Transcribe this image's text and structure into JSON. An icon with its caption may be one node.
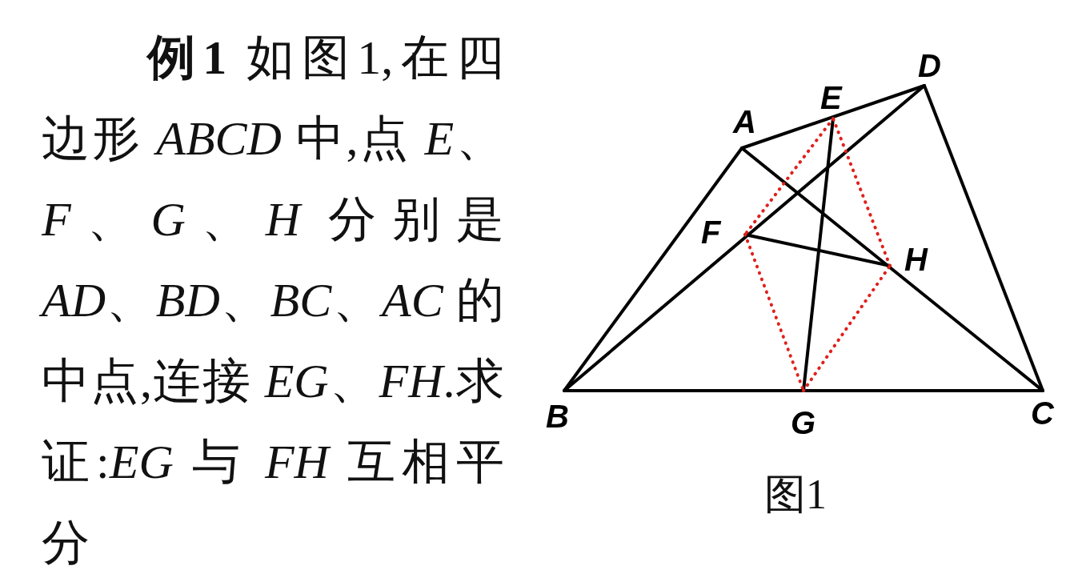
{
  "diagram": {
    "caption": "图1",
    "nodes": [
      {
        "text": [
          "A"
        ]
      },
      {
        "text": [
          "B"
        ]
      },
      {
        "text": [
          "C"
        ]
      },
      {
        "text": [
          "D"
        ]
      },
      {
        "text": [
          "E"
        ]
      },
      {
        "text": [
          "F"
        ]
      },
      {
        "text": [
          "G"
        ]
      },
      {
        "text": [
          "H"
        ]
      }
    ],
    "edges": [
      {
        "from": 0,
        "to": 1,
        "arrow": "none"
      },
      {
        "from": 1,
        "to": 2,
        "arrow": "none"
      },
      {
        "from": 2,
        "to": 3,
        "arrow": "none"
      },
      {
        "from": 3,
        "to": 0,
        "arrow": "none"
      },
      {
        "from": 0,
        "to": 2,
        "arrow": "none"
      },
      {
        "from": 1,
        "to": 3,
        "arrow": "none"
      },
      {
        "from": 4,
        "to": 6,
        "arrow": "none"
      },
      {
        "from": 5,
        "to": 7,
        "arrow": "none"
      },
      {
        "from": 4,
        "to": 5,
        "arrow": "none",
        "style": "dashed",
        "color": "#e0201c"
      },
      {
        "from": 5,
        "to": 6,
        "arrow": "none",
        "style": "dashed",
        "color": "#e0201c"
      },
      {
        "from": 6,
        "to": 7,
        "arrow": "none",
        "style": "dashed",
        "color": "#e0201c"
      },
      {
        "from": 7,
        "to": 4,
        "arrow": "none",
        "style": "dashed",
        "color": "#e0201c"
      }
    ],
    "labels": [
      "**例1** 如图1,在四边形 *ABCD* 中,点 *E*、*F*、*G*、*H* 分别是 *AD*、*BD*、*BC*、*AC* 的中点,连接 *EG*、*FH*.求证:*EG* 与 *FH* 互相平分"
    ]
  }
}
